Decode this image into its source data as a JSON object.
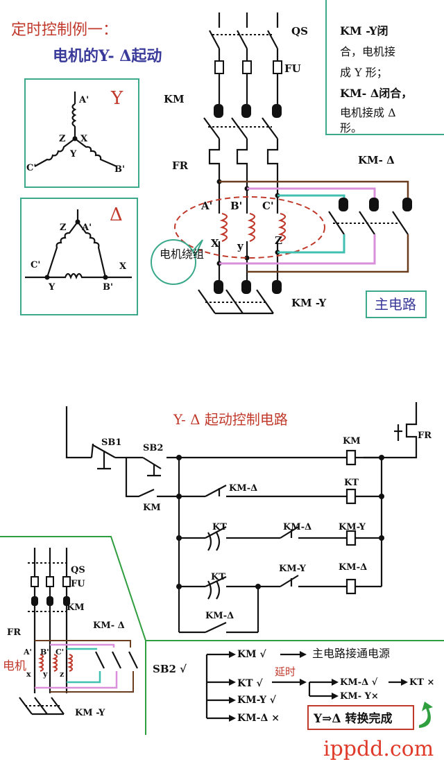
{
  "title_line1": "定时控制例一：",
  "title_line2": "电机的Y- Δ起动",
  "y_panel": {
    "symbol": "Y",
    "labels": [
      "A'",
      "Z",
      "X",
      "Y",
      "C'",
      "B'"
    ]
  },
  "delta_panel": {
    "symbol": "Δ",
    "labels": [
      "Z",
      "A'",
      "C'",
      "X",
      "Y",
      "B'"
    ]
  },
  "main_circuit": {
    "QS": "QS",
    "FU": "FU",
    "KM": "KM",
    "FR": "FR",
    "KM_delta": "KM- Δ",
    "KM_Y": "KM -Y",
    "phase_top": [
      "A'",
      "B'",
      "C'"
    ],
    "phase_bottom": [
      "X",
      "y",
      "Z"
    ],
    "winding_callout": "电机绕组",
    "note_line1": "KM -Y闭",
    "note_line2": "合，电机接",
    "note_line3": "成 Y 形；",
    "note_line4": "KM- Δ闭合，",
    "note_line5": "电机接成 Δ",
    "note_line6": "形。",
    "main_label": "主电路"
  },
  "control_circuit": {
    "title": "Y- Δ 起动控制电路",
    "SB1": "SB1",
    "SB2": "SB2",
    "KM_contact": "KM",
    "FR": "FR",
    "rung_contacts": [
      "KM-Δ",
      "KT",
      "KM-Δ",
      "KT",
      "KM-Y",
      "KM-Δ"
    ],
    "coils": [
      "KM",
      "KT",
      "KM-Y",
      "KM-Δ"
    ]
  },
  "mini_circuit": {
    "QS": "QS",
    "FU": "FU",
    "KM": "KM",
    "FR": "FR",
    "KM_delta": "KM- Δ",
    "KM_Y": "KM -Y",
    "motor": "电机",
    "phase_top": [
      "A'",
      "B'",
      "C'"
    ],
    "phase_bottom": [
      "x",
      "y",
      "z"
    ]
  },
  "sequence": {
    "start": "SB2 √",
    "step_km": "KM √",
    "step_km_result": "主电路接通电源",
    "step_kt": "KT √",
    "delay": "延时",
    "step_kmd_on": "KM-Δ √",
    "step_kt_off": "KT ×",
    "step_kmy_off": "KM- Y×",
    "step_kmy": "KM-Y √",
    "step_kmd": "KM-Δ ×",
    "done": "Y⇒Δ 转换完成"
  },
  "watermark": "ippdd.com",
  "colors": {
    "accent_red": "#c0392b",
    "title_blue": "#3a3a9a",
    "teal": "#3aa88a",
    "pink": "#d98fd9",
    "cyan": "#40c0b0",
    "brown": "#6b3d1f",
    "green_line": "#2e9e3e"
  }
}
